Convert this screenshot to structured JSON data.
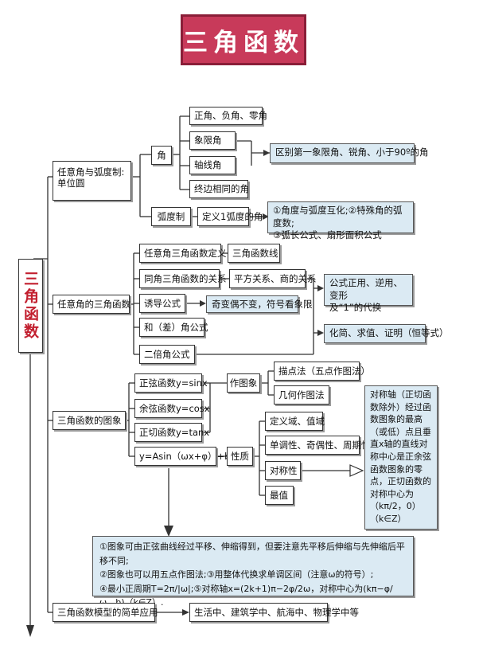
{
  "title": "三角函数",
  "root": "三角函数",
  "sec1": {
    "label": "任意角与弧度制:\n单位圆",
    "jiao": "角",
    "subs": [
      "正角、负角、零角",
      "象限角",
      "轴线角",
      "终边相同的角"
    ],
    "note": "区别第一象限角、锐角、小于90º的角",
    "hudu": "弧度制",
    "def": "定义1弧度的角",
    "note2": "①角度与弧度互化;②特殊角的弧度数;\n③弧长公式、扇形面积公式"
  },
  "sec2": {
    "label": "任意角的三角函数",
    "items": [
      "任意角三角函数定义",
      "同角三角函数的关系",
      "诱导公式",
      "和（差）角公式",
      "二倍角公式"
    ],
    "line": "三角函数线",
    "rel": "平方关系、商的关系",
    "tip": "奇变偶不变，符号看象限",
    "note": "公式正用、逆用、变形\n及“1”的代换",
    "note2": "化简、求值、证明（恒等式）"
  },
  "sec3": {
    "label": "三角函数的图象",
    "funcs": [
      "正弦函数y=sinx",
      "余弦函数y=cosx",
      "正切函数y=tanx",
      "y=Asin（ωx+φ）+b"
    ],
    "draw": "作图象",
    "draw_items": [
      "描点法（五点作图法）",
      "几何作图法"
    ],
    "props": "性质",
    "prop_items": [
      "定义域、值域",
      "单调性、奇偶性、周期性",
      "对称性",
      "最值"
    ],
    "sym_note": "对称轴（正切函数除外）经过函数图象的最高（或低）点且垂直x轴的直线对称中心是正余弦函数图象的零点，正切函数的对称中心为（kπ/2，0）（k∈Z）",
    "bottom_note": "①图象可由正弦曲线经过平移、伸缩得到，但要注意先平移后伸缩与先伸缩后平移不同;\n②图象也可以用五点作图法;③用整体代换求单调区间（注意ω的符号）;\n④最小正周期T=2π/|ω|;⑤对称轴x=(2k+1)π−2φ/2ω，对称中心为(kπ−φ/ω，b)（k∈Z）."
  },
  "sec4": {
    "label": "三角函数模型的简单应用",
    "note": "生活中、建筑学中、航海中、物理学中等"
  }
}
